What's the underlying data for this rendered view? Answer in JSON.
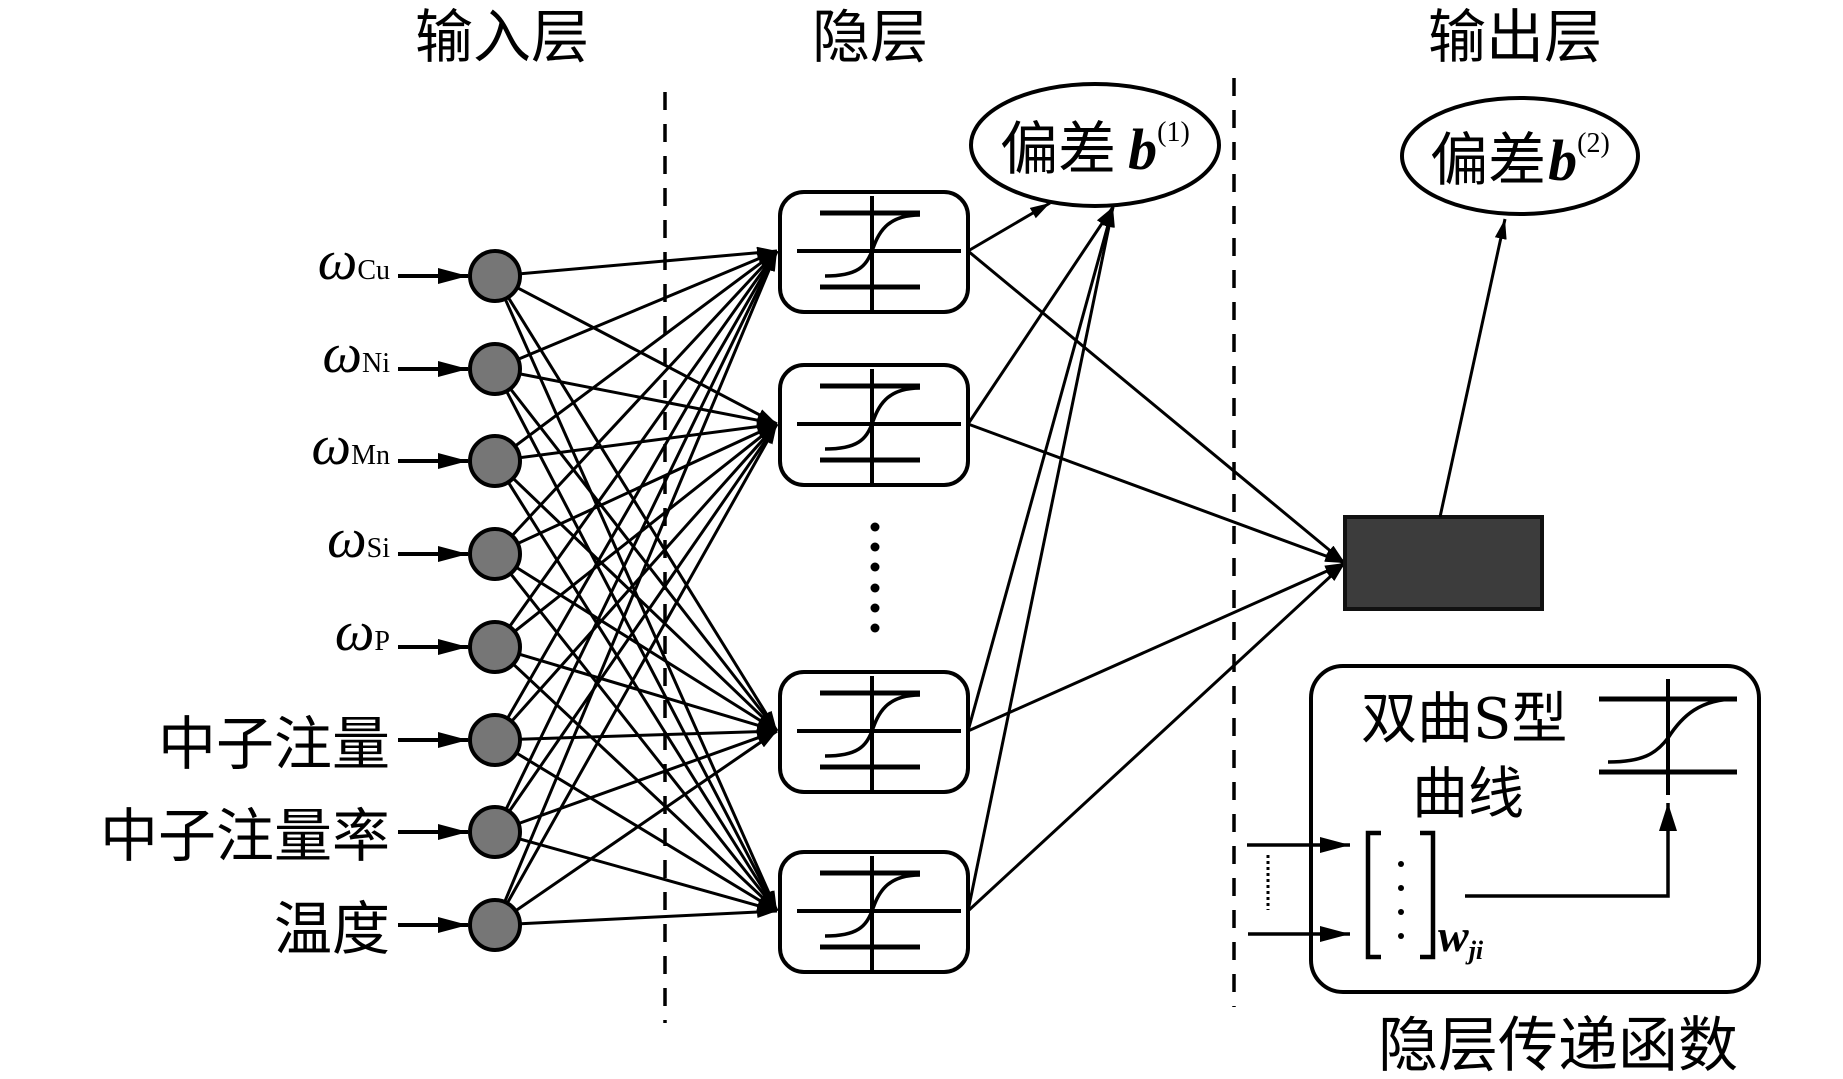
{
  "diagram": {
    "titles": {
      "input_layer": "输入层",
      "hidden_layer": "隐层",
      "output_layer": "输出层"
    },
    "inputs": [
      {
        "label": "ω",
        "sub": "Cu"
      },
      {
        "label": "ω",
        "sub": "Ni"
      },
      {
        "label": "ω",
        "sub": "Mn"
      },
      {
        "label": "ω",
        "sub": "Si"
      },
      {
        "label": "ω",
        "sub": "P"
      },
      {
        "label": "中子注量",
        "sub": ""
      },
      {
        "label": "中子注量率",
        "sub": ""
      },
      {
        "label": "温度",
        "sub": ""
      }
    ],
    "hidden_layer": {
      "nodes_shown": 4,
      "ellipsis": true,
      "node_icon": "tansig-curve"
    },
    "bias_hidden": {
      "label": "偏差",
      "symbol": "b",
      "superscript": "(1)"
    },
    "bias_output": {
      "label": "偏差",
      "symbol": "b",
      "superscript": "(2)"
    },
    "output_node": {
      "count": 1
    },
    "connections": {
      "input_to_hidden": "fully_connected",
      "hidden_to_output": "fully_connected",
      "hidden_to_bias_hidden": "fully_connected",
      "output_to_bias_output": true
    },
    "legend": {
      "title_line1": "双曲S型",
      "title_line2": "曲线",
      "weight_symbol": "w",
      "weight_subscript": "ji",
      "caption": "隐层传递函数"
    }
  },
  "colors": {
    "background": "#ffffff",
    "line": "#000000",
    "input_node_fill": "#767676",
    "output_node_fill": "#3c3c3c"
  }
}
